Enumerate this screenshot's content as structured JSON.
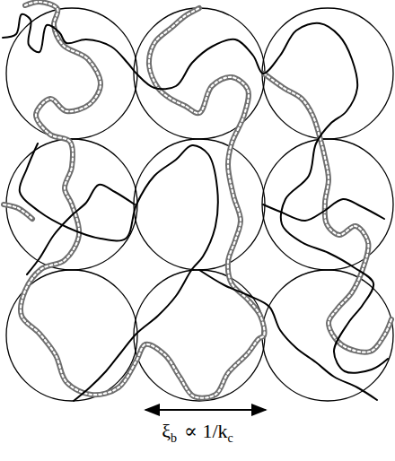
{
  "diagram": {
    "labels": [
      "ξ",
      "b",
      "∝ 1/k",
      "c"
    ]
  }
}
